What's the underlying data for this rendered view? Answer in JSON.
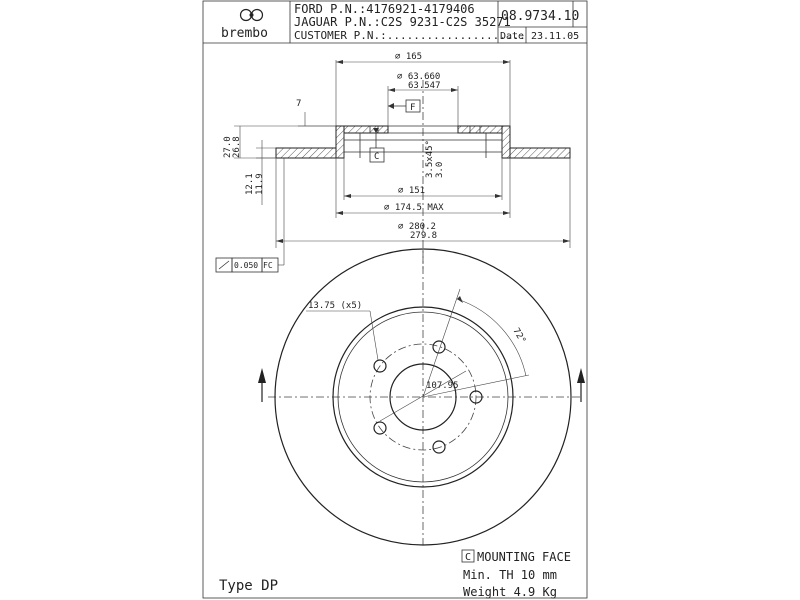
{
  "header": {
    "brand": "brembo",
    "ford_pn": "FORD P.N.:4176921-4179406",
    "jaguar_pn": "JAGUAR P.N.:C2S 9231-C2S 35271",
    "customer_pn": "CUSTOMER P.N.:.....................",
    "part_number": "08.9734.10",
    "date_label": "Date",
    "date_value": "23.11.05"
  },
  "dimensions": {
    "d165": "⌀ 165",
    "d63_660": "⌀ 63.660",
    "d63_547": "63.547",
    "seven": "7",
    "f_label": "F",
    "c_label": "C",
    "h27": "27.0",
    "h26_8": "26.8",
    "chamfer": "3.5x45°",
    "h3": "3.0",
    "h12_1": "12.1",
    "h11_9": "11.9",
    "d151": "⌀ 151",
    "d174": "⌀ 174.5 MAX",
    "d280_2": "⌀ 280.2",
    "d279_8": "279.8",
    "tolerance": "0.050",
    "tolerance_ref": "FC",
    "holes": "13.75 (x5)",
    "angle": "72°",
    "pcd": "107.95"
  },
  "footer": {
    "mounting_box": "C",
    "mounting_face": "MOUNTING FACE",
    "min_th": "Min. TH  10  mm",
    "weight": "Weight 4.9  Kg",
    "type": "Type DP"
  }
}
